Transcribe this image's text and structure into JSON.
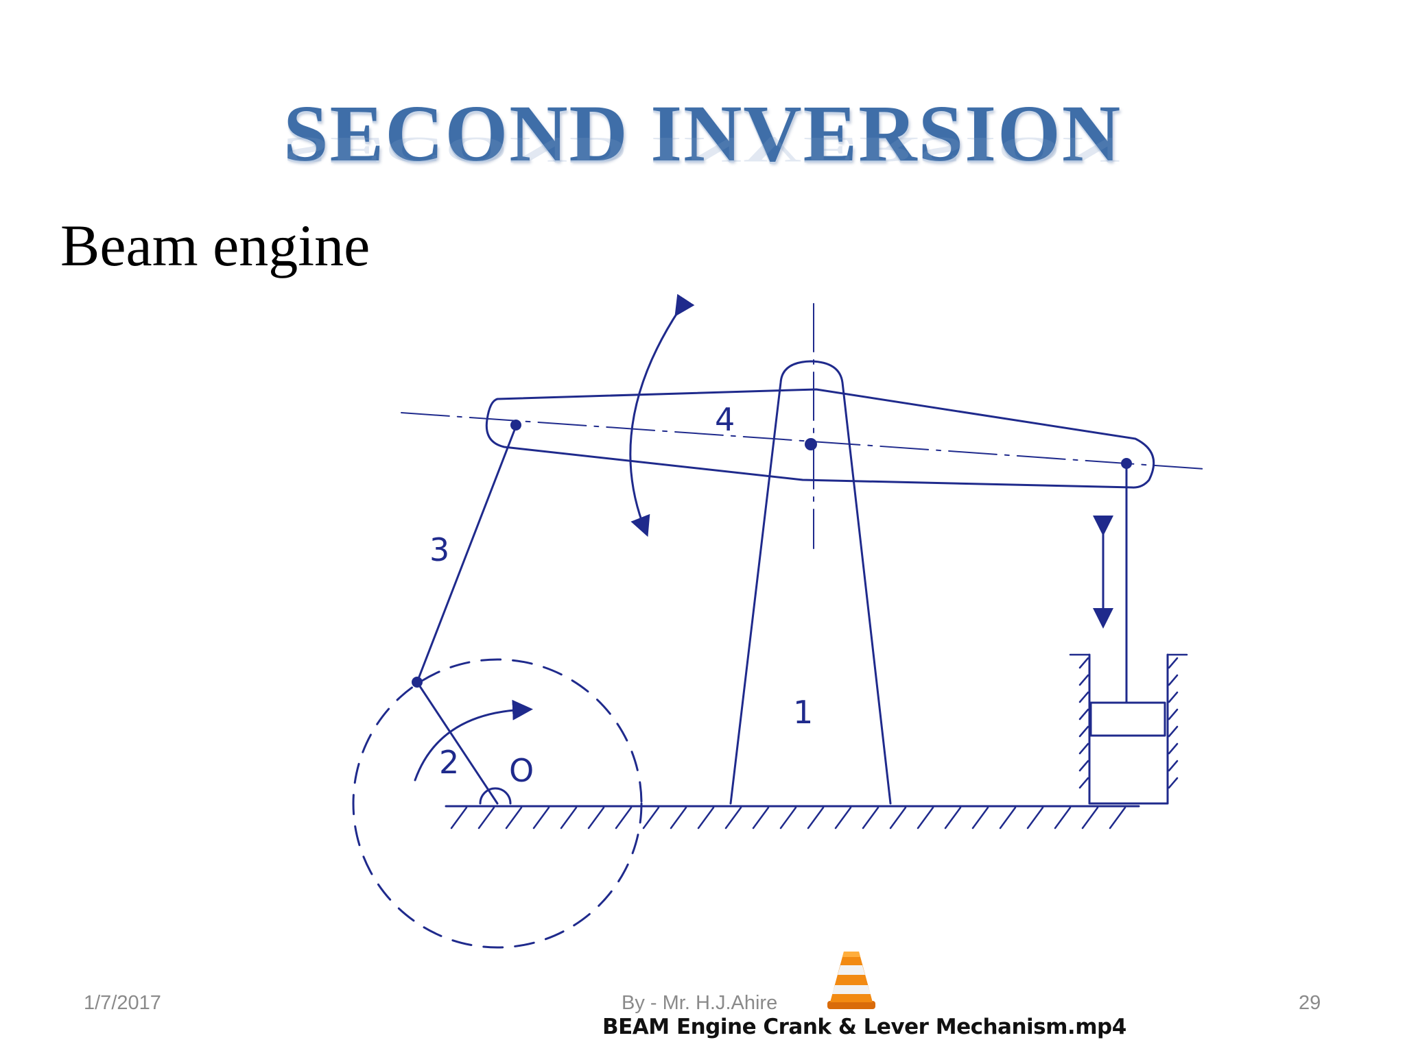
{
  "slide": {
    "title": "SECOND INVERSION",
    "subtitle": "Beam engine"
  },
  "diagram": {
    "labels": {
      "frame": "1",
      "crank": "2",
      "connecting_rod": "3",
      "beam": "4",
      "pivot": "O"
    },
    "line_color": "#1f2a8c"
  },
  "footer": {
    "date": "1/7/2017",
    "author": "By - Mr. H.J.Ahire",
    "page": "29"
  },
  "video": {
    "icon": "vlc-cone-icon",
    "caption": "BEAM Engine Crank &  Lever Mechanism.mp4"
  }
}
